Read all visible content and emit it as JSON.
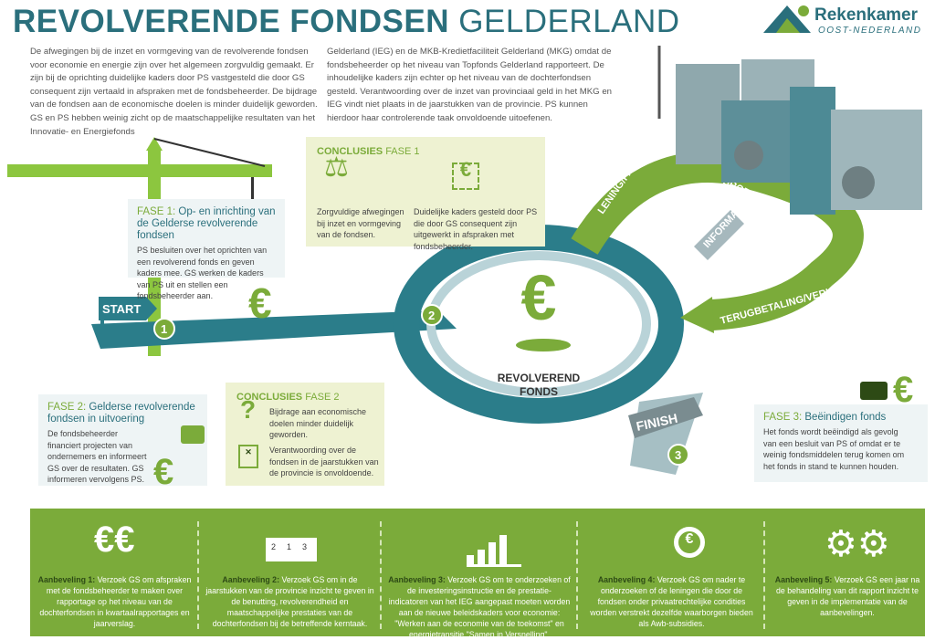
{
  "header": {
    "title_bold": "REVOLVERENDE FONDSEN",
    "title_light": "GELDERLAND",
    "logo_name": "Rekenkamer",
    "logo_sub": "OOST-NEDERLAND"
  },
  "intro": {
    "col1": "De afwegingen bij de inzet en vormgeving van de revolverende fondsen voor economie en energie zijn over het algemeen zorgvuldig gemaakt. Er zijn bij de oprichting duidelijke kaders door PS vastgesteld die door GS consequent zijn vertaald in afspraken met de fondsbeheerder. De bijdrage van de fondsen aan de economische doelen is minder duidelijk geworden. GS en PS hebben weinig zicht op de maatschappelijke resultaten van het Innovatie- en Energiefonds",
    "col2": "Gelderland (IEG) en de MKB-Kredietfaciliteit Gelderland (MKG) omdat de fondsbeheerder op het niveau van Topfonds Gelderland rapporteert. De inhoudelijke kaders zijn echter op het niveau van de dochterfondsen gesteld. Verantwoording over de inzet van provinciaal geld in het MKG en IEG vindt niet plaats in de jaarstukken van de provincie. PS kunnen hierdoor haar controlerende taak onvoldoende uitoefenen."
  },
  "fase1": {
    "label": "FASE 1:",
    "title": "Op- en inrichting van de Gelderse revolverende fondsen",
    "text": "PS besluiten over het oprichten van een revolverend fonds en geven kaders mee. GS werken de kaders van PS uit en stellen een fondsbeheerder aan."
  },
  "fase2": {
    "label": "FASE 2:",
    "title": "Gelderse revolverende fondsen in uitvoering",
    "text": "De fondsbeheerder financiert projecten van ondernemers en informeert GS over de resultaten. GS informeren vervolgens PS."
  },
  "fase3": {
    "label": "FASE 3:",
    "title": "Beëindigen fonds",
    "text": "Het fonds wordt beëindigd als gevolg van een besluit van PS of omdat er te weinig fondsmiddelen terug komen om het fonds in stand te kunnen houden."
  },
  "conclusies1": {
    "label": "CONCLUSIES",
    "fase": "FASE 1",
    "items": [
      "Zorgvuldige afwegingen bij inzet en vormgeving van de fondsen.",
      "Duidelijke kaders gesteld door PS die door GS consequent zijn uitgewerkt in afspraken met fondsbeheerder."
    ]
  },
  "conclusies2": {
    "label": "CONCLUSIES",
    "fase": "FASE 2",
    "items": [
      "Bijdrage aan economische doelen minder duidelijk geworden.",
      "Verantwoording over de fondsen in de jaarstukken van de provincie is onvoldoende."
    ]
  },
  "diagram": {
    "start": "START",
    "finish": "FINISH",
    "center": "REVOLVEREND",
    "center2": "FONDS",
    "steps": [
      "1",
      "2",
      "3"
    ],
    "arrows": [
      "LENING/PARTICIPATIE",
      "GROEIPROCES BEDRIJF",
      "TERUGBETALING/VERKOOP",
      "INFORMATIE"
    ],
    "podium": [
      "2",
      "1",
      "3"
    ]
  },
  "recommendations": [
    {
      "label": "Aanbeveling 1:",
      "text": "Verzoek GS om afspraken met de fondsbeheerder te maken over rapportage op het niveau van de dochterfondsen in kwartaalrapportages en jaarverslag."
    },
    {
      "label": "Aanbeveling 2:",
      "text": "Verzoek GS om in de jaarstukken van de provincie inzicht te geven in de benutting, revolverendheid en maatschappelijke prestaties van de dochterfondsen bij de betreffende kerntaak."
    },
    {
      "label": "Aanbeveling 3:",
      "text": "Verzoek GS om te onderzoeken of de investeringsinstructie en de prestatie-indicatoren van het IEG aangepast moeten worden aan de nieuwe beleidskaders voor economie: \"Werken aan de economie van de toekomst\" en energietransitie \"Samen in Versnelling\"."
    },
    {
      "label": "Aanbeveling 4:",
      "text": "Verzoek GS om nader te onderzoeken of de leningen die door de fondsen onder privaatrechtelijke condities worden verstrekt dezelfde waarborgen bieden als Awb-subsidies."
    },
    {
      "label": "Aanbeveling 5:",
      "text": "Verzoek GS een jaar na de behandeling van dit rapport inzicht te geven in de implementatie van de aanbevelingen."
    }
  ],
  "colors": {
    "teal": "#2a6f7c",
    "green": "#7bab3a",
    "ring": "#2b7d8a"
  }
}
